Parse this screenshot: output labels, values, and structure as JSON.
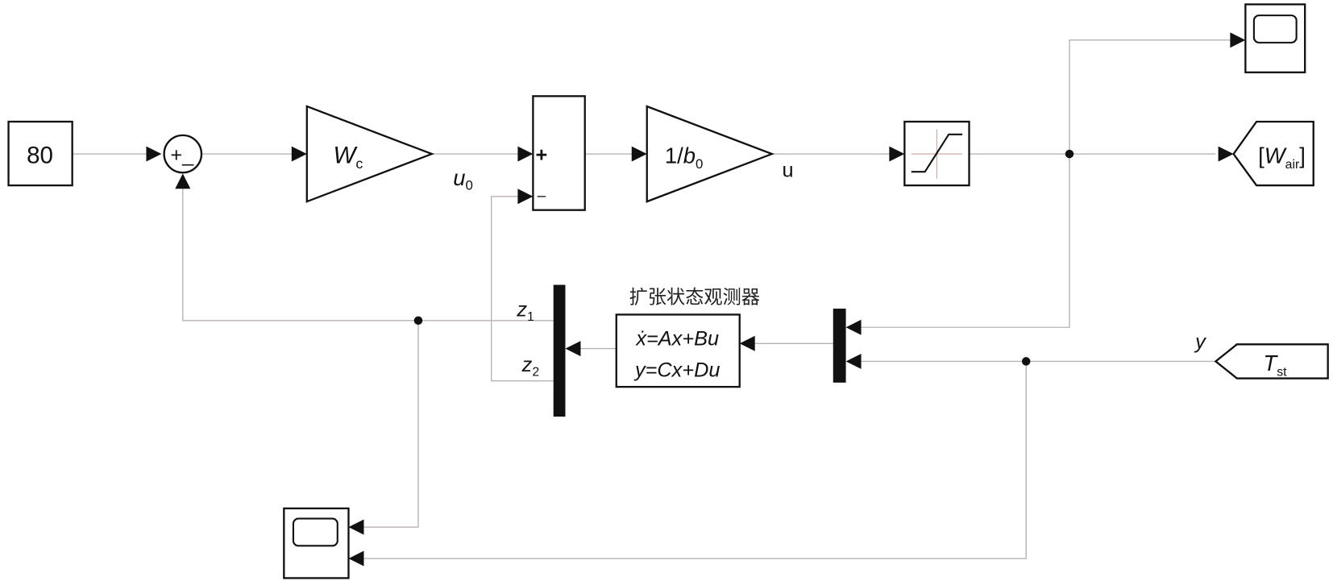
{
  "blocks": {
    "constant": {
      "value": "80"
    },
    "sum1": {
      "signs": "+_"
    },
    "gain_wc": {
      "symbol": "W",
      "subscript": "c"
    },
    "signal_u0": {
      "symbol": "u",
      "subscript": "0"
    },
    "sum2": {
      "plus": "+",
      "minus": "–"
    },
    "gain_b0": {
      "prefix": "1/",
      "symbol": "b",
      "subscript": "0"
    },
    "signal_u": {
      "label": "u"
    },
    "goto_wair": {
      "open": "[",
      "symbol": "W",
      "subscript": "air",
      "close": "]"
    },
    "from_tst": {
      "symbol": "T",
      "subscript": "st"
    },
    "signal_y": {
      "label": "y"
    },
    "eso": {
      "title": "扩张状态观测器",
      "line1": "ẋ=Ax+Bu",
      "line2": "y=Cx+Du"
    },
    "demux": {
      "out1": "z",
      "out1_sub": "1",
      "out2": "z",
      "out2_sub": "2"
    }
  },
  "icons": [
    "scope-icon",
    "saturation-icon"
  ]
}
